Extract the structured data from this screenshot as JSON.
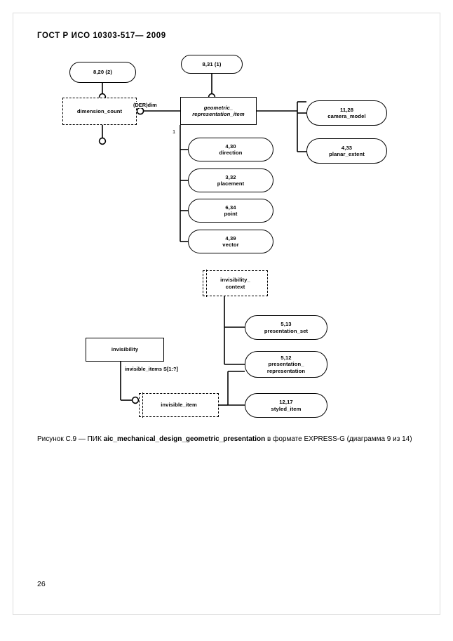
{
  "document": {
    "header_title": "ГОСТ Р ИСО 10303-517— 2009",
    "page_number": "26",
    "caption_prefix": "Рисунок С.9 — ПИК ",
    "caption_bold": "aic_mechanical_design_geometric_presentation",
    "caption_suffix": " в формате EXPRESS-G (диаграмма 9 из 14)"
  },
  "diagram": {
    "type": "EXPRESS-G",
    "nodes": [
      {
        "id": "ref_8_20",
        "label": "8,20 (2)",
        "shape": "rounded-page-ref",
        "style": "solid"
      },
      {
        "id": "ref_8_31",
        "label": "8,31 (1)",
        "shape": "rounded-page-ref",
        "style": "solid"
      },
      {
        "id": "dimension_count",
        "label": "dimension_count",
        "shape": "box",
        "style": "dashed"
      },
      {
        "id": "geom_rep_item",
        "label": "geometric_\nrepresentation_item",
        "shape": "box",
        "style": "solid-italic"
      },
      {
        "id": "camera_model",
        "label": "11,28\ncamera_model",
        "shape": "rounded",
        "style": "solid"
      },
      {
        "id": "planar_extent",
        "label": "4,33\nplanar_extent",
        "shape": "rounded",
        "style": "solid"
      },
      {
        "id": "direction",
        "label": "4,30\ndirection",
        "shape": "rounded",
        "style": "solid"
      },
      {
        "id": "placement",
        "label": "3,32\nplacement",
        "shape": "rounded",
        "style": "solid"
      },
      {
        "id": "point",
        "label": "6,34\npoint",
        "shape": "rounded",
        "style": "solid"
      },
      {
        "id": "vector",
        "label": "4,39\nvector",
        "shape": "rounded",
        "style": "solid"
      },
      {
        "id": "invis_context",
        "label": "invisibility_\ncontext",
        "shape": "box",
        "style": "dashed-double"
      },
      {
        "id": "presentation_set",
        "label": "5,13\npresentation_set",
        "shape": "rounded",
        "style": "solid"
      },
      {
        "id": "pres_rep",
        "label": "5,12\npresentation_\nrepresentation",
        "shape": "rounded",
        "style": "solid"
      },
      {
        "id": "styled_item",
        "label": "12,17\nstyled_item",
        "shape": "rounded",
        "style": "solid"
      },
      {
        "id": "invisibility",
        "label": "invisibility",
        "shape": "box",
        "style": "solid"
      },
      {
        "id": "invisible_item",
        "label": "invisible_item",
        "shape": "box",
        "style": "dashed-double"
      }
    ],
    "edge_labels": [
      {
        "id": "der_dim",
        "label": "(DER)dim"
      },
      {
        "id": "cardinality_1",
        "label": "1"
      },
      {
        "id": "invisible_items",
        "label": "invisible_items S[1:?]"
      }
    ]
  }
}
